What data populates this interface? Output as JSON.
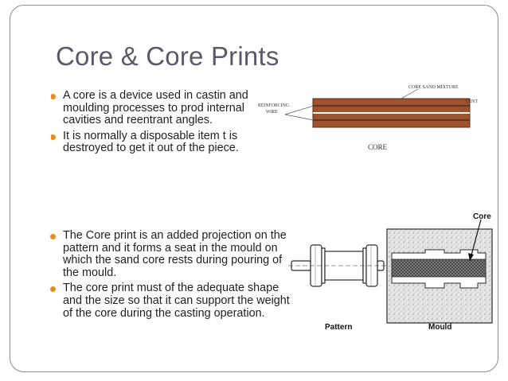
{
  "slide": {
    "title": "Core & Core Prints",
    "bullets_top": [
      "A core is a device used in castin and moulding processes to prod internal cavities and reentrant angles.",
      "It is normally a disposable item t is destroyed to get it out of the piece."
    ],
    "bullets_bottom": [
      "The Core print is an added projection on the pattern and it forms a seat in the mould on which the sand core rests during pouring of the mould.",
      "The core print must of the adequate shape and the size so that it can support the weight of the core during the casting operation."
    ]
  },
  "core_figure": {
    "label_sand_mixture": "CORE SAND MIXTURE",
    "label_reinforcing": "REINFORCING",
    "label_wire": "WIRE",
    "label_vent": "VENT",
    "caption": "CORE",
    "colors": {
      "core_body": "#a0522d",
      "wire": "#1a1a1a",
      "vent": "#ffffff"
    }
  },
  "mould_figure": {
    "label_core": "Core",
    "label_pattern": "Pattern",
    "label_mould": "Mould"
  },
  "theme": {
    "bullet_color": "#e88d1a",
    "title_color": "#59596a",
    "frame_color": "#8c8c8c"
  }
}
